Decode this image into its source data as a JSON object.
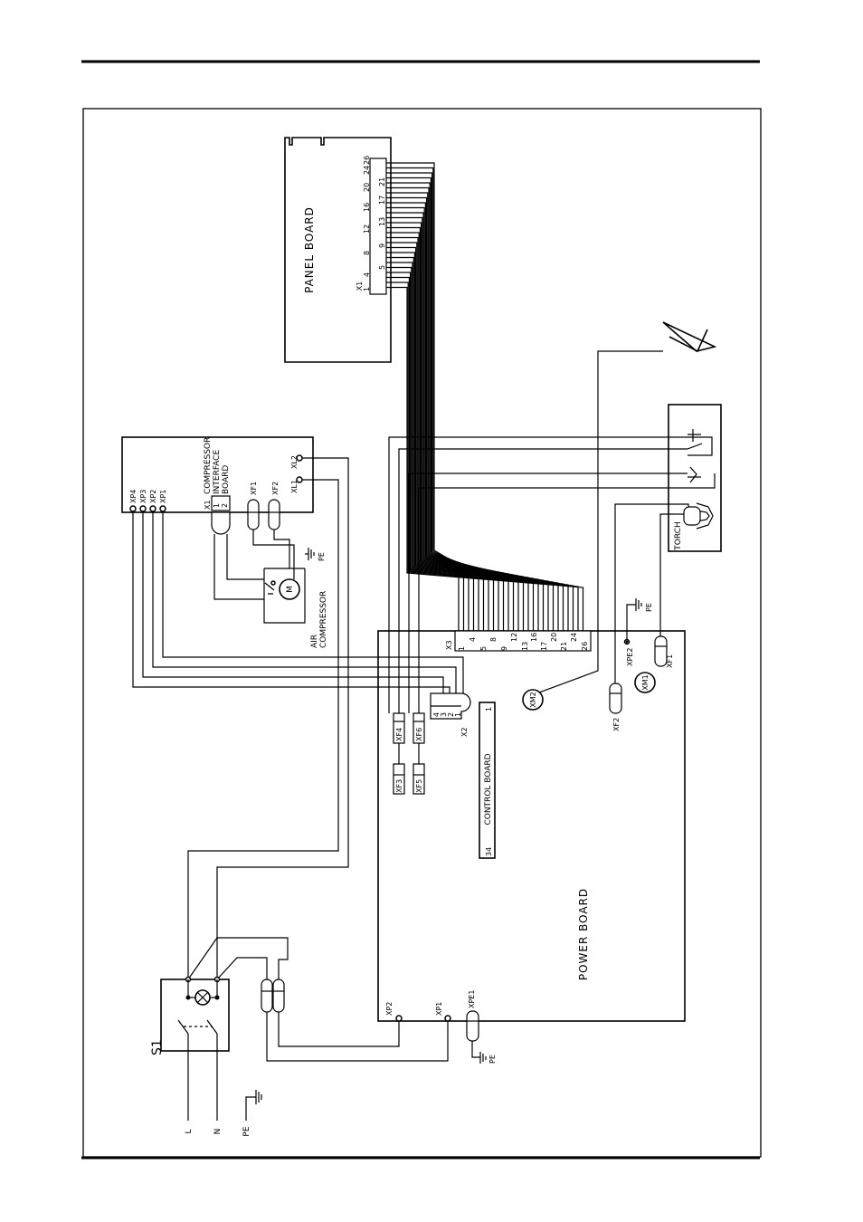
{
  "labels": {
    "panel_board": "PANEL BOARD",
    "panel_x1": "X1",
    "panel_pins": [
      "1",
      "4",
      "5",
      "8",
      "9",
      "12",
      "13",
      "16",
      "17",
      "20",
      "21",
      "24",
      "26"
    ],
    "compressor_board": [
      "COMPRESSOR",
      "INTERFACE",
      "BOARD"
    ],
    "xp4": "XP4",
    "xp3": "XP3",
    "xp2": "XP2",
    "xp1": "XP1",
    "x1": "X1",
    "pin1": "1",
    "pin2": "2",
    "xf1": "XF1",
    "xf2": "XF2",
    "xl1": "XL1",
    "xl2": "XL2",
    "pe": "PE",
    "air_compressor": [
      "AIR",
      "COMPRESSOR"
    ],
    "motor": "M",
    "torch": "TORCH",
    "power_board": "POWER BOARD",
    "control_board": "CONTROL BOARD",
    "cb_pin1": "1",
    "cb_pin34": "34",
    "x3": "X3",
    "x3_pins_a": [
      "1",
      "5",
      "9",
      "13",
      "17",
      "21",
      "26"
    ],
    "x3_pins_b": [
      "4",
      "8",
      "12",
      "16",
      "20",
      "24"
    ],
    "x2": "X2",
    "x2_pins": [
      "4",
      "3",
      "2",
      "1"
    ],
    "xf3": "XF3",
    "xf4": "XF4",
    "xf5": "XF5",
    "xf6": "XF6",
    "xm1": "XM1",
    "xm2": "XM2",
    "pb_xf2": "XF2",
    "pb_xf1": "XF1",
    "xpe2": "XPE2",
    "pb_xp2": "XP2",
    "pb_xp1": "XP1",
    "xpe1": "XPE1",
    "s1": "S1",
    "l": "L",
    "n": "N",
    "pe_main": "PE"
  }
}
